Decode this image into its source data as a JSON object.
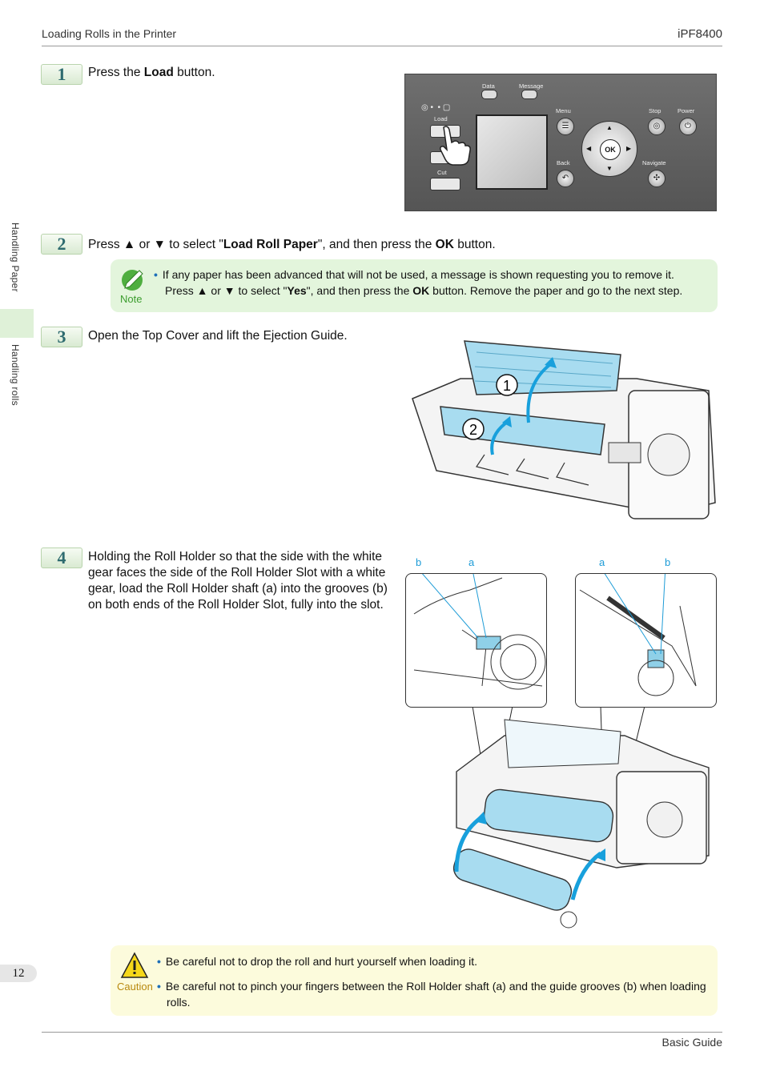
{
  "header": {
    "section": "Loading Rolls in the Printer",
    "model": "iPF8400"
  },
  "sidebar": {
    "top": "Handling Paper",
    "bottom": "Handling rolls"
  },
  "steps": [
    {
      "num": "1",
      "pre": "Press the ",
      "bold": "Load",
      "post": " button."
    },
    {
      "num": "2",
      "p1": "Press ▲ or ▼ to select \"",
      "b1": "Load Roll Paper",
      "p2": "\", and then press the ",
      "b2": "OK",
      "p3": " button."
    },
    {
      "num": "3",
      "text": "Open the Top Cover and lift the Ejection Guide."
    },
    {
      "num": "4",
      "text": "Holding the Roll Holder so that the side with the white gear faces the side of the Roll Holder Slot with a white gear, load the Roll Holder shaft (a) into the grooves (b) on both ends of the Roll Holder Slot, fully into the slot."
    }
  ],
  "note": {
    "label": "Note",
    "l1": "If any paper has been advanced that will not be used, a message is shown requesting you to remove it.",
    "l2a": "Press ▲ or ▼ to select \"",
    "l2b": "Yes",
    "l2c": "\", and then press the ",
    "l2d": "OK",
    "l2e": " button. Remove the paper and go to the next step."
  },
  "panel": {
    "data": "Data",
    "message": "Message",
    "load": "Load",
    "cut": "Cut",
    "menu": "Menu",
    "back": "Back",
    "ok": "OK",
    "stop": "Stop",
    "power": "Power",
    "navigate": "Navigate"
  },
  "step3_callouts": {
    "one": "1",
    "two": "2"
  },
  "step4_labels": {
    "b1": "b",
    "a1": "a",
    "a2": "a",
    "b2": "b"
  },
  "caution": {
    "label": "Caution",
    "item1": "Be careful not to drop the roll and hurt yourself when loading it.",
    "item2": "Be careful not to pinch your fingers between the Roll Holder shaft (a) and the guide grooves (b) when loading rolls."
  },
  "footer": {
    "page": "12",
    "guide": "Basic Guide"
  },
  "colors": {
    "accent": "#1e9cd7",
    "note_bg": "#e3f5dc",
    "caution_bg": "#fcfbdc",
    "step_teal": "#2e6b6f"
  }
}
